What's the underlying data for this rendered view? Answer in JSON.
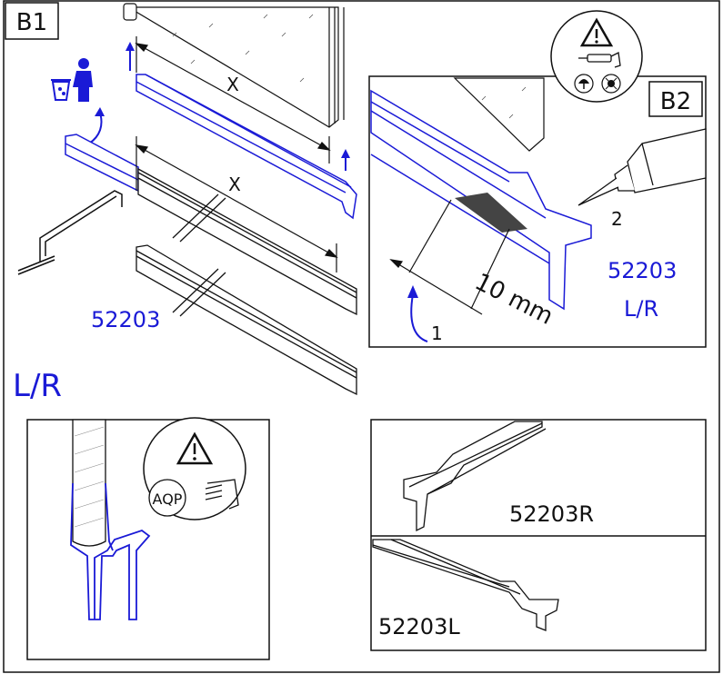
{
  "panels": {
    "b1": {
      "label": "B1"
    },
    "b2": {
      "label": "B2"
    }
  },
  "labels": {
    "dim_x_top": "X",
    "dim_x_mid": "X",
    "part_main": "52203",
    "side_lr": "L/R",
    "b2_part": "52203",
    "b2_side": "L/R",
    "b2_distance": "10 mm",
    "step_1": "1",
    "step_2": "2",
    "part_right": "52203R",
    "part_left": "52203L",
    "aqp": "AQP"
  },
  "colors": {
    "line": "#111111",
    "accent": "#1a1ad6",
    "background": "#ffffff"
  },
  "icons": [
    "warning-icon",
    "caulk-gun-icon",
    "mold-icon",
    "germ-icon",
    "trash-icon",
    "spray-nozzle-icon"
  ]
}
